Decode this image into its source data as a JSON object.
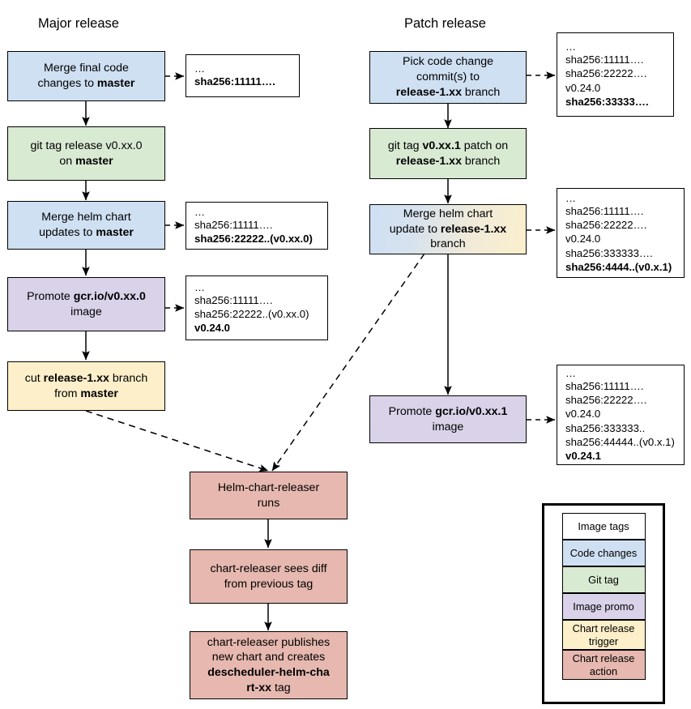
{
  "diagram": {
    "title_major": "Major release",
    "title_patch": "Patch release",
    "colors": {
      "code_changes": "#cfe0f3",
      "git_tag": "#d9ead3",
      "image_promo": "#d9d2e9",
      "chart_release_trigger": "#fcefc9",
      "chart_release_action": "#e6b8af",
      "image_tags": "#ffffff",
      "stroke": "#000000"
    }
  },
  "major": {
    "nodes": [
      {
        "id": "merge-final-code",
        "type": "code-changes",
        "lines": [
          {
            "segments": [
              {
                "text": "Merge final code",
                "bold": false
              }
            ]
          },
          {
            "segments": [
              {
                "text": "changes to ",
                "bold": false
              },
              {
                "text": "master",
                "bold": true
              }
            ]
          }
        ]
      },
      {
        "id": "git-tag-release",
        "type": "git-tag",
        "lines": [
          {
            "segments": [
              {
                "text": "git tag release v0.xx.0",
                "bold": false
              }
            ]
          },
          {
            "segments": [
              {
                "text": "on ",
                "bold": false
              },
              {
                "text": "master",
                "bold": true
              }
            ]
          }
        ]
      },
      {
        "id": "merge-helm-chart-updates",
        "type": "code-changes",
        "lines": [
          {
            "segments": [
              {
                "text": "Merge helm chart",
                "bold": false
              }
            ]
          },
          {
            "segments": [
              {
                "text": "updates to ",
                "bold": false
              },
              {
                "text": "master",
                "bold": true
              }
            ]
          }
        ]
      },
      {
        "id": "promote-image-major",
        "type": "image-promo",
        "lines": [
          {
            "segments": [
              {
                "text": "Promote ",
                "bold": false
              },
              {
                "text": "gcr.io/v0.xx.0",
                "bold": true
              }
            ]
          },
          {
            "segments": [
              {
                "text": "image",
                "bold": false
              }
            ]
          }
        ]
      },
      {
        "id": "cut-release-branch",
        "type": "chart-release-trigger",
        "lines": [
          {
            "segments": [
              {
                "text": "cut ",
                "bold": false
              },
              {
                "text": "release-1.xx",
                "bold": true
              },
              {
                "text": " branch",
                "bold": false
              }
            ]
          },
          {
            "segments": [
              {
                "text": "from ",
                "bold": false
              },
              {
                "text": "master",
                "bold": true
              }
            ]
          }
        ]
      }
    ],
    "tagboxes": [
      {
        "id": "tags-after-merge-final-code",
        "lines": [
          {
            "text": "…",
            "bold": false,
            "dots": true
          },
          {
            "text": "sha256:11111….",
            "bold": true
          }
        ]
      },
      {
        "id": "tags-after-merge-helm-chart",
        "lines": [
          {
            "text": "…",
            "bold": false,
            "dots": true
          },
          {
            "text": "sha256:11111….",
            "bold": false
          },
          {
            "text": "sha256:22222..(v0.xx.0)",
            "bold": true
          }
        ]
      },
      {
        "id": "tags-after-promote-major",
        "lines": [
          {
            "text": "…",
            "bold": false,
            "dots": true
          },
          {
            "text": "sha256:11111….",
            "bold": false
          },
          {
            "text": "sha256:22222..(v0.xx.0)",
            "bold": false
          },
          {
            "text": "v0.24.0",
            "bold": true
          }
        ]
      }
    ]
  },
  "patch": {
    "nodes": [
      {
        "id": "pick-code-change-commits",
        "type": "code-changes",
        "lines": [
          {
            "segments": [
              {
                "text": "Pick code change",
                "bold": false
              }
            ]
          },
          {
            "segments": [
              {
                "text": "commit(s) to",
                "bold": false
              }
            ]
          },
          {
            "segments": [
              {
                "text": "release-1.xx",
                "bold": true
              },
              {
                "text": " branch",
                "bold": false
              }
            ]
          }
        ]
      },
      {
        "id": "git-tag-patch",
        "type": "git-tag",
        "lines": [
          {
            "segments": [
              {
                "text": "git tag ",
                "bold": false
              },
              {
                "text": "v0.xx.1",
                "bold": true
              },
              {
                "text": " patch on",
                "bold": false
              }
            ]
          },
          {
            "segments": [
              {
                "text": "release-1.xx",
                "bold": true
              },
              {
                "text": " branch",
                "bold": false
              }
            ]
          }
        ]
      },
      {
        "id": "merge-helm-chart-update-patch",
        "type": "code-changes-trigger-gradient",
        "lines": [
          {
            "segments": [
              {
                "text": "Merge helm chart",
                "bold": false
              }
            ]
          },
          {
            "segments": [
              {
                "text": "update to ",
                "bold": false
              },
              {
                "text": "release-1.xx",
                "bold": true
              }
            ]
          },
          {
            "segments": [
              {
                "text": "branch",
                "bold": false
              }
            ]
          }
        ]
      },
      {
        "id": "promote-image-patch",
        "type": "image-promo",
        "lines": [
          {
            "segments": [
              {
                "text": "Promote ",
                "bold": false
              },
              {
                "text": "gcr.io/v0.xx.1",
                "bold": true
              }
            ]
          },
          {
            "segments": [
              {
                "text": "image",
                "bold": false
              }
            ]
          }
        ]
      }
    ],
    "tagboxes": [
      {
        "id": "tags-after-pick-commits",
        "lines": [
          {
            "text": "…",
            "bold": false,
            "dots": true
          },
          {
            "text": "sha256:11111….",
            "bold": false
          },
          {
            "text": "sha256:22222….",
            "bold": false
          },
          {
            "text": "v0.24.0",
            "bold": false
          },
          {
            "text": "sha256:33333….",
            "bold": true
          }
        ]
      },
      {
        "id": "tags-after-merge-helm-chart-patch",
        "lines": [
          {
            "text": "…",
            "bold": false,
            "dots": true
          },
          {
            "text": "sha256:11111….",
            "bold": false
          },
          {
            "text": "sha256:22222….",
            "bold": false
          },
          {
            "text": "v0.24.0",
            "bold": false
          },
          {
            "text": "sha256:333333….",
            "bold": false
          },
          {
            "text": "sha256:4444..(v0.x.1)",
            "bold": true
          }
        ]
      },
      {
        "id": "tags-after-promote-patch",
        "lines": [
          {
            "text": "…",
            "bold": false,
            "dots": true
          },
          {
            "text": "sha256:11111….",
            "bold": false
          },
          {
            "text": "sha256:22222….",
            "bold": false
          },
          {
            "text": "v0.24.0",
            "bold": false
          },
          {
            "text": "sha256:333333..",
            "bold": false
          },
          {
            "text": "sha256:44444..(v0.x.1)",
            "bold": false
          },
          {
            "text": "v0.24.1",
            "bold": true
          }
        ]
      }
    ]
  },
  "release_flow": {
    "nodes": [
      {
        "id": "helm-chart-releaser-runs",
        "type": "chart-release-action",
        "lines": [
          {
            "segments": [
              {
                "text": "Helm-chart-releaser",
                "bold": false
              }
            ]
          },
          {
            "segments": [
              {
                "text": "runs",
                "bold": false
              }
            ]
          }
        ]
      },
      {
        "id": "chart-releaser-sees-diff",
        "type": "chart-release-action",
        "lines": [
          {
            "segments": [
              {
                "text": "chart-releaser sees diff",
                "bold": false
              }
            ]
          },
          {
            "segments": [
              {
                "text": "from previous tag",
                "bold": false
              }
            ]
          }
        ]
      },
      {
        "id": "chart-releaser-publishes",
        "type": "chart-release-action",
        "lines": [
          {
            "segments": [
              {
                "text": "chart-releaser publishes",
                "bold": false
              }
            ]
          },
          {
            "segments": [
              {
                "text": "new chart and creates",
                "bold": false
              }
            ]
          },
          {
            "segments": [
              {
                "text": "descheduler-helm-cha",
                "bold": true
              }
            ]
          },
          {
            "segments": [
              {
                "text": "rt-xx",
                "bold": true
              },
              {
                "text": " tag",
                "bold": false
              }
            ]
          }
        ]
      }
    ]
  },
  "legend": {
    "items": [
      {
        "label": "Image tags",
        "fill": "fill-white",
        "size": "h1"
      },
      {
        "label": "Code changes",
        "fill": "fill-blue",
        "size": "h1"
      },
      {
        "label": "Git tag",
        "fill": "fill-green",
        "size": "h1"
      },
      {
        "label": "Image promo",
        "fill": "fill-purple",
        "size": "h1"
      },
      {
        "label": "Chart release trigger",
        "fill": "fill-yellow",
        "size": "h2"
      },
      {
        "label": "Chart release action",
        "fill": "fill-pink",
        "size": "h2"
      }
    ]
  }
}
